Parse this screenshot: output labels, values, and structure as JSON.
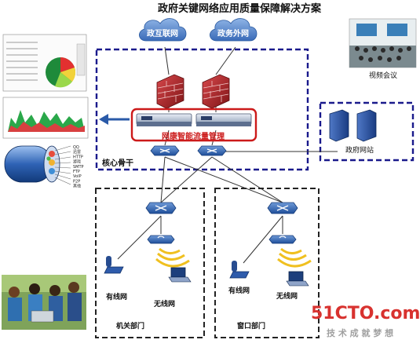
{
  "title": "政府关键网络应用质量保障解决方案",
  "clouds": {
    "internet": "政互联网",
    "gov_extranet": "政务外网"
  },
  "core": {
    "flow_mgmt": "网康智能流量管理",
    "backbone": "核心骨干"
  },
  "right": {
    "video_meeting": "视频会议",
    "gov_website": "政府网站"
  },
  "departments": {
    "left": {
      "name": "机关部门",
      "wired": "有线网",
      "wireless": "无线网"
    },
    "right": {
      "name": "窗口部门",
      "wired": "有线网",
      "wireless": "无线网"
    }
  },
  "watermark": {
    "brand": "51CTO.com",
    "slogan": "技 术 成 就 梦 想"
  },
  "cable_labels": [
    "QQ",
    "迅雷",
    "HTTP",
    "游戏",
    "SMTP",
    "FTP",
    "VoIP",
    "P2P",
    "其他"
  ],
  "colors": {
    "dashed_blue": "#1a1a8c",
    "dashed_black": "#222222",
    "highlight_red": "#cc1a1a",
    "device_blue": "#2f5fa8",
    "firewall_red": "#b3242a",
    "watermark_red": "#d8322f"
  }
}
